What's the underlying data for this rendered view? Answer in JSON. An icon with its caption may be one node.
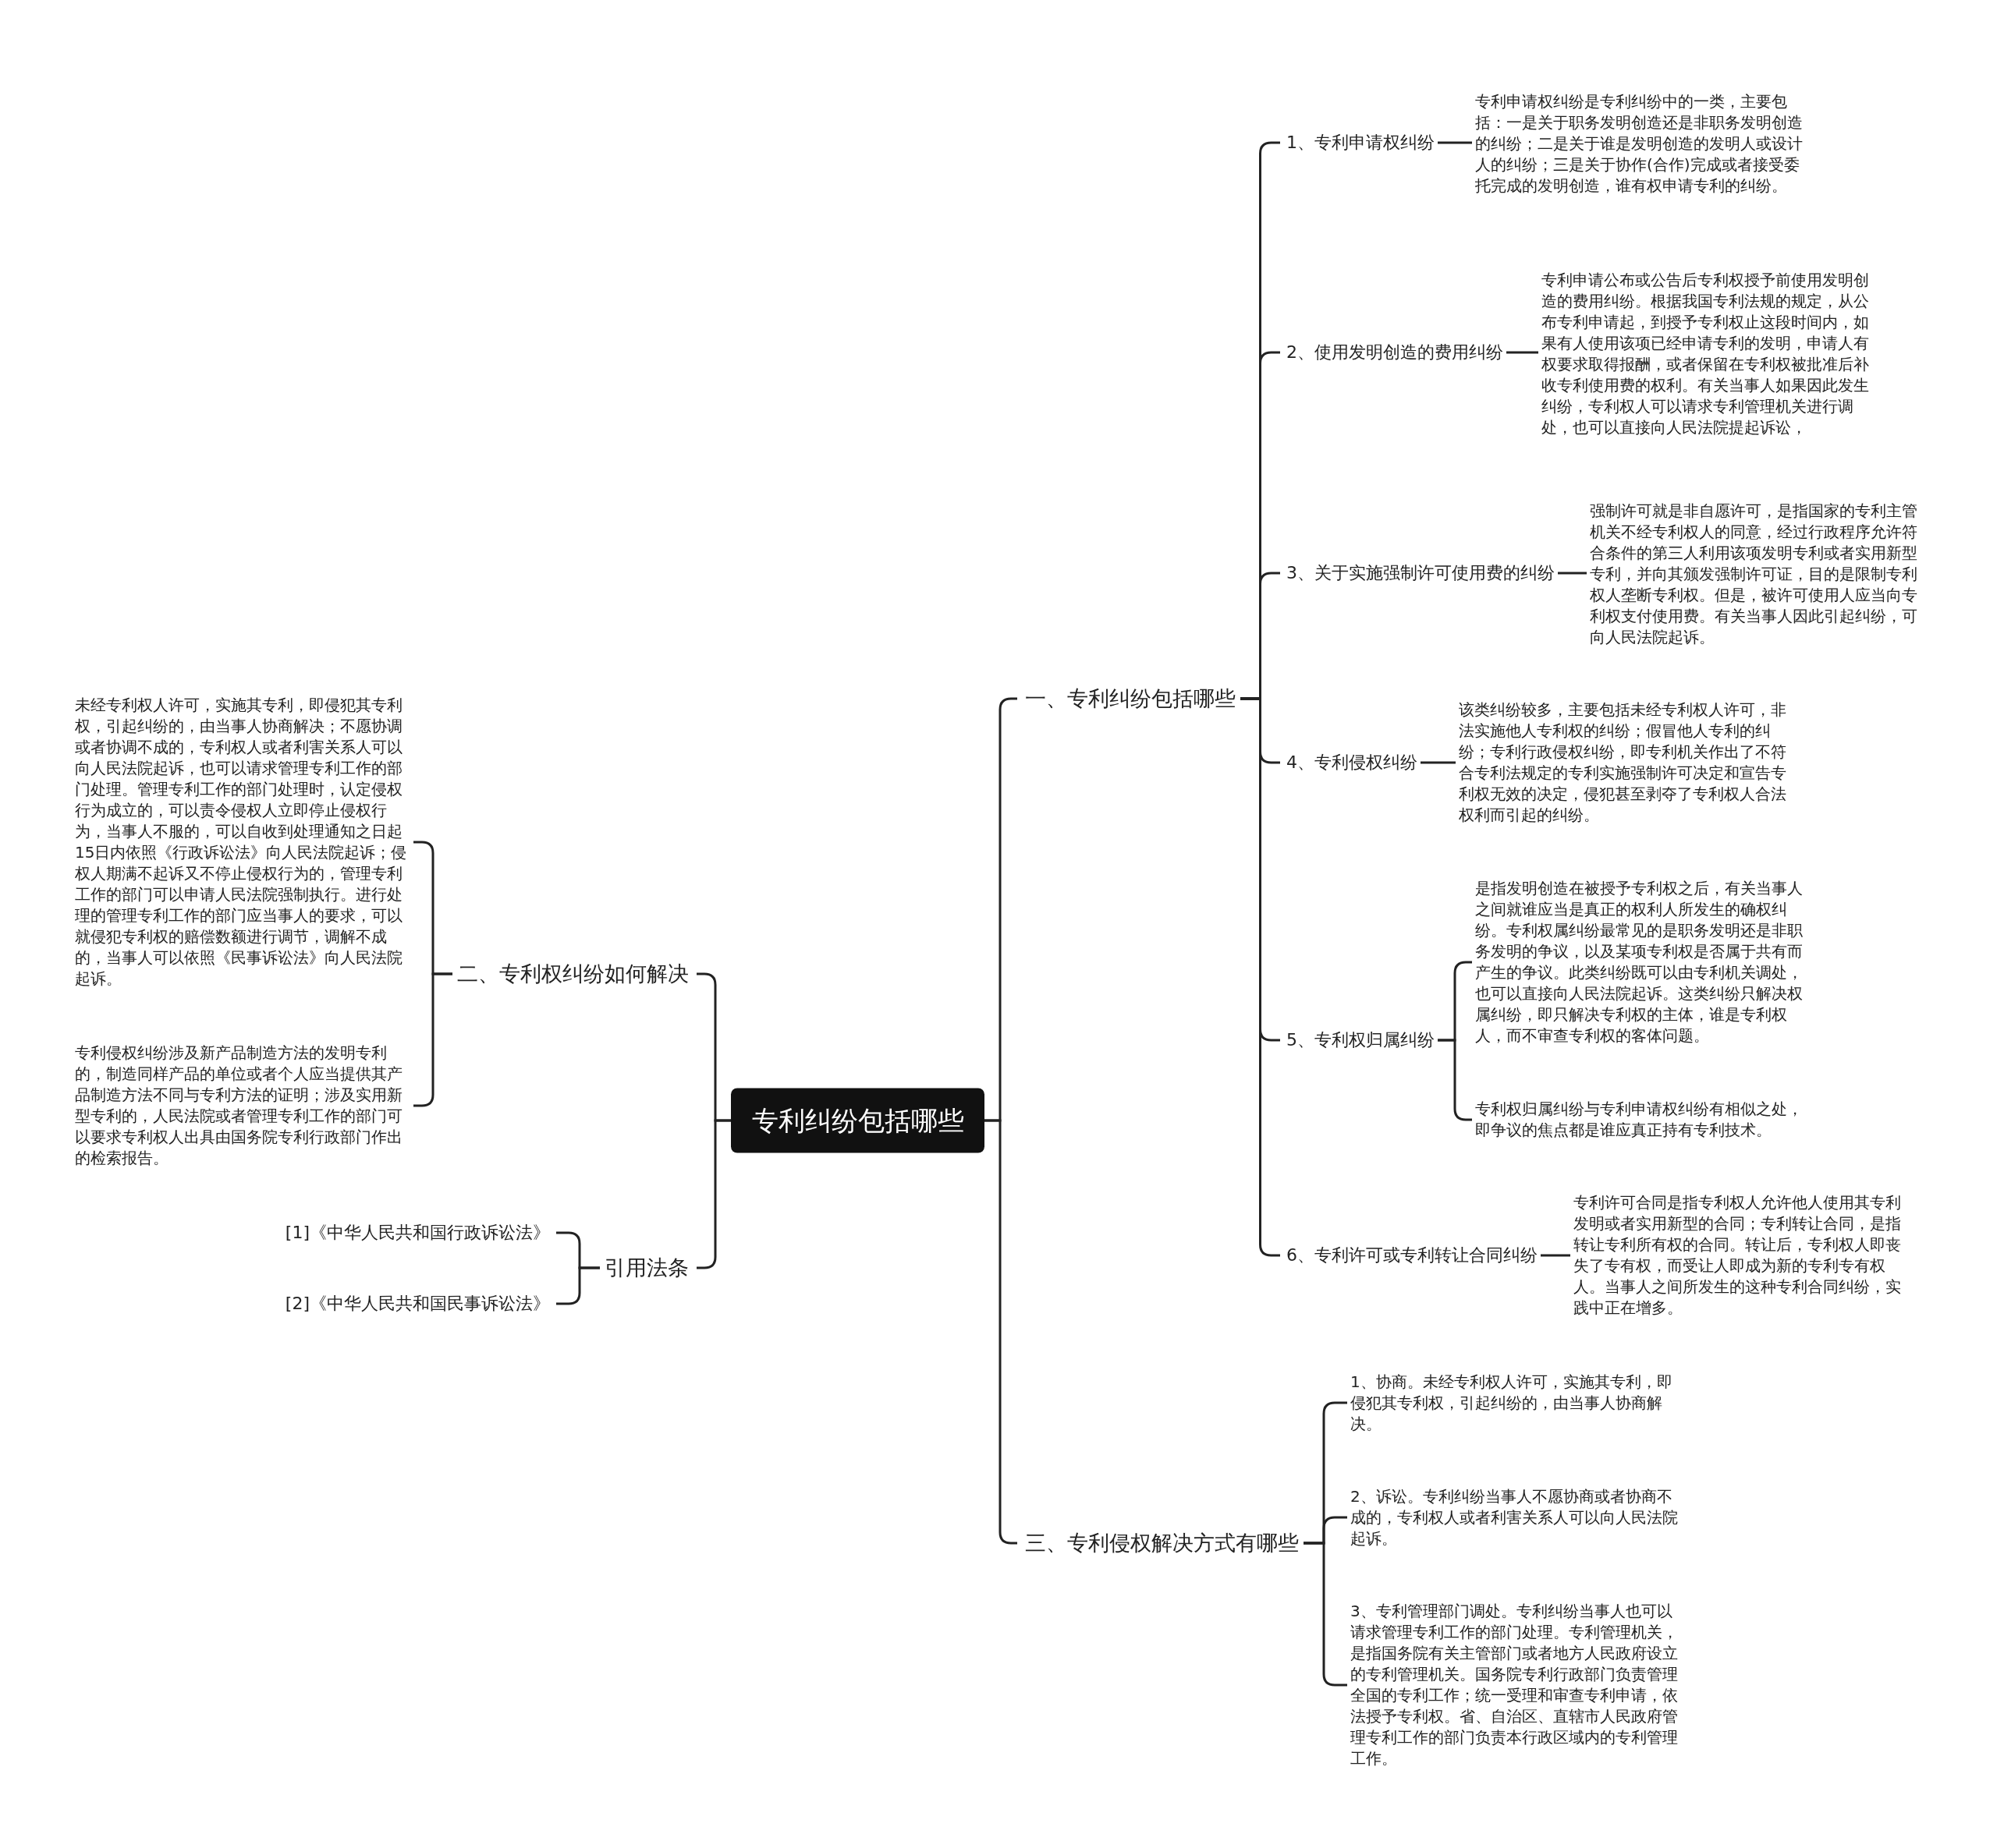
{
  "diagram": {
    "nodes": [
      {
        "text": [
          "专利纠纷包括哪些"
        ]
      },
      {
        "text": [
          "一、专利纠纷包括哪些"
        ]
      },
      {
        "text": [
          "1、专利申请权纠纷"
        ]
      },
      {
        "text": [
          "专利申请权纠纷是专利纠纷中的一类，主要包括：一是关于职务发明创造还是非职务发明创造的纠纷；二是关于谁是发明创造的发明人或设计人的纠纷；三是关于协作(合作)完成或者接受委托完成的发明创造，谁有权申请专利的纠纷。"
        ]
      },
      {
        "text": [
          "2、使用发明创造的费用纠纷"
        ]
      },
      {
        "text": [
          "专利申请公布或公告后专利权授予前使用发明创造的费用纠纷。根据我国专利法规的规定，从公布专利申请起，到授予专利权止这段时间内，如果有人使用该项已经申请专利的发明，申请人有权要求取得报酬，或者保留在专利权被批准后补收专利使用费的权利。有关当事人如果因此发生纠纷，专利权人可以请求专利管理机关进行调处，也可以直接向人民法院提起诉讼，"
        ]
      },
      {
        "text": [
          "3、关于实施强制许可使用费的纠纷"
        ]
      },
      {
        "text": [
          "强制许可就是非自愿许可，是指国家的专利主管机关不经专利权人的同意，经过行政程序允许符合条件的第三人利用该项发明专利或者实用新型专利，并向其颁发强制许可证，目的是限制专利权人垄断专利权。但是，被许可使用人应当向专利权支付使用费。有关当事人因此引起纠纷，可向人民法院起诉。"
        ]
      },
      {
        "text": [
          "4、专利侵权纠纷"
        ]
      },
      {
        "text": [
          "该类纠纷较多，主要包括未经专利权人许可，非法实施他人专利权的纠纷；假冒他人专利的纠纷；专利行政侵权纠纷，即专利机关作出了不符合专利法规定的专利实施强制许可决定和宣告专利权无效的决定，侵犯甚至剥夺了专利权人合法权利而引起的纠纷。"
        ]
      },
      {
        "text": [
          "5、专利权归属纠纷"
        ]
      },
      {
        "text": [
          "是指发明创造在被授予专利权之后，有关当事人之间就谁应当是真正的权利人所发生的确权纠纷。专利权属纠纷最常见的是职务发明还是非职务发明的争议，以及某项专利权是否属于共有而产生的争议。此类纠纷既可以由专利机关调处，也可以直接向人民法院起诉。这类纠纷只解决权属纠纷，即只解决专利权的主体，谁是专利权人，而不审查专利权的客体问题。"
        ]
      },
      {
        "text": [
          "专利权归属纠纷与专利申请权纠纷有相似之处，即争议的焦点都是谁应真正持有专利技术。"
        ]
      },
      {
        "text": [
          "6、专利许可或专利转让合同纠纷"
        ]
      },
      {
        "text": [
          "专利许可合同是指专利权人允许他人使用其专利发明或者实用新型的合同；专利转让合同，是指转让专利所有权的合同。转让后，专利权人即丧失了专有权，而受让人即成为新的专利专有权人。当事人之间所发生的这种专利合同纠纷，实践中正在增多。"
        ]
      },
      {
        "text": [
          "三、专利侵权解决方式有哪些"
        ]
      },
      {
        "text": [
          "1、协商。未经专利权人许可，实施其专利，即侵犯其专利权，引起纠纷的，由当事人协商解决。"
        ]
      },
      {
        "text": [
          "2、诉讼。专利纠纷当事人不愿协商或者协商不成的，专利权人或者利害关系人可以向人民法院起诉。"
        ]
      },
      {
        "text": [
          "3、专利管理部门调处。专利纠纷当事人也可以请求管理专利工作的部门处理。专利管理机关，是指国务院有关主管部门或者地方人民政府设立的专利管理机关。国务院专利行政部门负责管理全国的专利工作；统一受理和审查专利申请，依法授予专利权。省、自治区、直辖市人民政府管理专利工作的部门负责本行政区域内的专利管理工作。"
        ]
      },
      {
        "text": [
          "二、专利权纠纷如何解决"
        ]
      },
      {
        "text": [
          "未经专利权人许可，实施其专利，即侵犯其专利权，引起纠纷的，由当事人协商解决；不愿协调或者协调不成的，专利权人或者利害关系人可以向人民法院起诉，也可以请求管理专利工作的部门处理。管理专利工作的部门处理时，认定侵权行为成立的，可以责令侵权人立即停止侵权行为，当事人不服的，可以自收到处理通知之日起15日内依照《行政诉讼法》向人民法院起诉；侵权人期满不起诉又不停止侵权行为的，管理专利工作的部门可以申请人民法院强制执行。进行处理的管理专利工作的部门应当事人的要求，可以就侵犯专利权的赔偿数额进行调节，调解不成的，当事人可以依照《民事诉讼法》向人民法院起诉。"
        ]
      },
      {
        "text": [
          "专利侵权纠纷涉及新产品制造方法的发明专利的，制造同样产品的单位或者个人应当提供其产品制造方法不同与专利方法的证明；涉及实用新型专利的，人民法院或者管理专利工作的部门可以要求专利权人出具由国务院专利行政部门作出的检索报告。"
        ]
      },
      {
        "text": [
          "引用法条"
        ]
      },
      {
        "text": [
          "[1]《中华人民共和国行政诉讼法》"
        ]
      },
      {
        "text": [
          "[2]《中华人民共和国民事诉讼法》"
        ]
      }
    ],
    "edges": [
      {
        "from": 0,
        "to": 1,
        "arrow": "none"
      },
      {
        "from": 1,
        "to": 2,
        "arrow": "none"
      },
      {
        "from": 2,
        "to": 3,
        "arrow": "none"
      },
      {
        "from": 1,
        "to": 4,
        "arrow": "none"
      },
      {
        "from": 4,
        "to": 5,
        "arrow": "none"
      },
      {
        "from": 1,
        "to": 6,
        "arrow": "none"
      },
      {
        "from": 6,
        "to": 7,
        "arrow": "none"
      },
      {
        "from": 1,
        "to": 8,
        "arrow": "none"
      },
      {
        "from": 8,
        "to": 9,
        "arrow": "none"
      },
      {
        "from": 1,
        "to": 10,
        "arrow": "none"
      },
      {
        "from": 10,
        "to": 11,
        "arrow": "none"
      },
      {
        "from": 10,
        "to": 12,
        "arrow": "none"
      },
      {
        "from": 1,
        "to": 13,
        "arrow": "none"
      },
      {
        "from": 13,
        "to": 14,
        "arrow": "none"
      },
      {
        "from": 0,
        "to": 15,
        "arrow": "none"
      },
      {
        "from": 15,
        "to": 16,
        "arrow": "none"
      },
      {
        "from": 15,
        "to": 17,
        "arrow": "none"
      },
      {
        "from": 15,
        "to": 18,
        "arrow": "none"
      },
      {
        "from": 0,
        "to": 19,
        "arrow": "none"
      },
      {
        "from": 19,
        "to": 20,
        "arrow": "none"
      },
      {
        "from": 19,
        "to": 21,
        "arrow": "none"
      },
      {
        "from": 0,
        "to": 22,
        "arrow": "none"
      },
      {
        "from": 22,
        "to": 23,
        "arrow": "none"
      },
      {
        "from": 22,
        "to": 24,
        "arrow": "none"
      }
    ]
  }
}
